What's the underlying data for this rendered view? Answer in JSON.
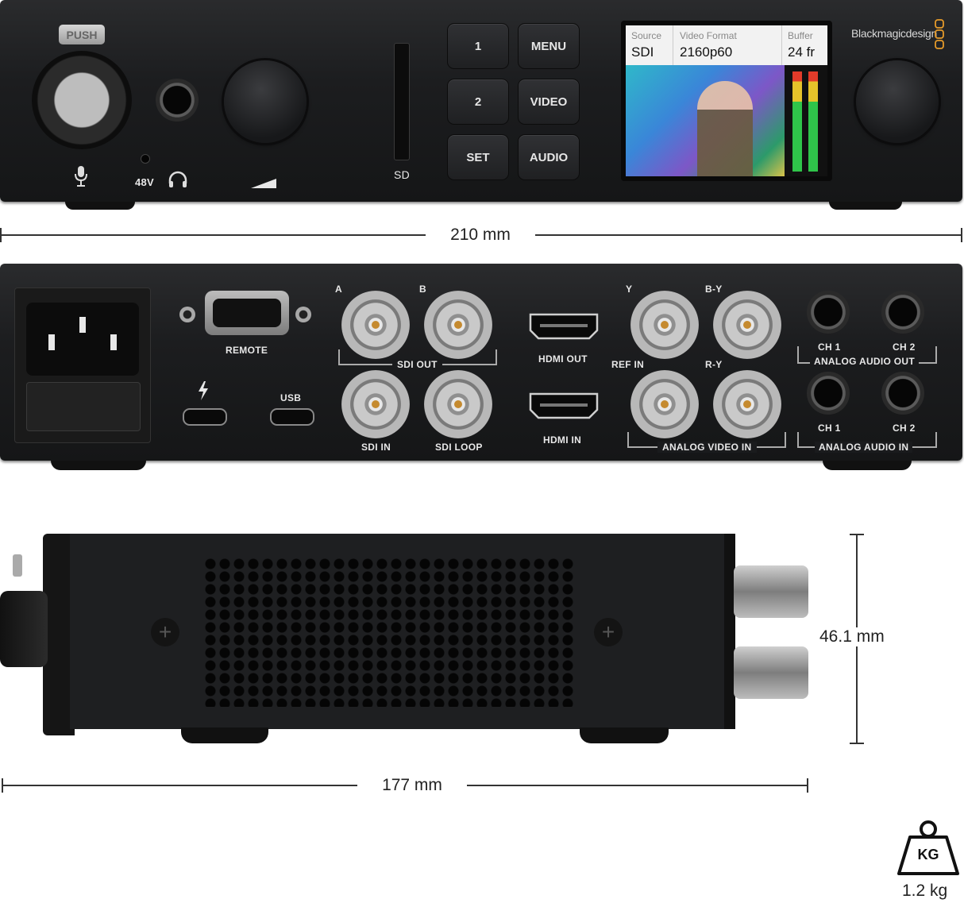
{
  "front": {
    "push_label": "PUSH",
    "phantom_label": "48V",
    "sd_label": "SD",
    "buttons": [
      "1",
      "MENU",
      "2",
      "VIDEO",
      "SET",
      "AUDIO"
    ],
    "brand": "Blackmagicdesign",
    "lcd": {
      "source_label": "Source",
      "source_value": "SDI",
      "format_label": "Video Format",
      "format_value": "2160p60",
      "buffer_label": "Buffer",
      "buffer_value": "24 fr"
    }
  },
  "rear": {
    "remote": "REMOTE",
    "usb": "USB",
    "sdi_a": "A",
    "sdi_b": "B",
    "sdi_out": "SDI OUT",
    "sdi_in": "SDI IN",
    "sdi_loop": "SDI LOOP",
    "hdmi_out": "HDMI OUT",
    "hdmi_in": "HDMI IN",
    "y": "Y",
    "b_y": "B-Y",
    "ref_in": "REF IN",
    "r_y": "R-Y",
    "analog_video_in": "ANALOG VIDEO IN",
    "ch1_out": "CH 1",
    "ch2_out": "CH 2",
    "analog_audio_out": "ANALOG AUDIO OUT",
    "ch1_in": "CH 1",
    "ch2_in": "CH 2",
    "analog_audio_in": "ANALOG AUDIO IN"
  },
  "dimensions": {
    "width": "210 mm",
    "height": "46.1 mm",
    "depth": "177 mm",
    "weight_unit": "KG",
    "weight": "1.2 kg"
  },
  "colors": {
    "chassis": "#1c1d1f",
    "accent_orange": "#e59a2a",
    "bnc_pin": "#c58a2f"
  }
}
